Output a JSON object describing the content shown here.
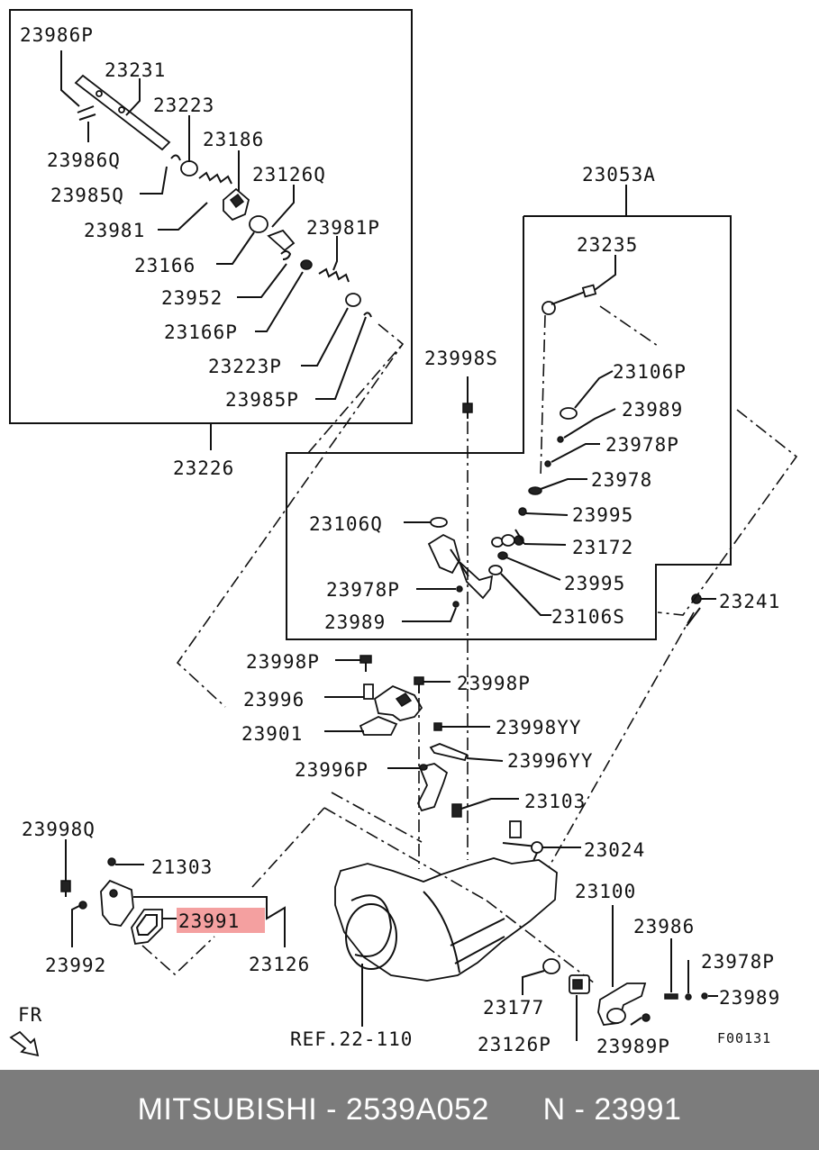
{
  "labels": {
    "l23986P": "23986P",
    "l23231": "23231",
    "l23223": "23223",
    "l23186": "23186",
    "l23986Q": "23986Q",
    "l23126Q": "23126Q",
    "l23985Q": "23985Q",
    "l23981": "23981",
    "l23981P": "23981P",
    "l23166": "23166",
    "l23952": "23952",
    "l23166P": "23166P",
    "l23223P": "23223P",
    "l23985P": "23985P",
    "l23226": "23226",
    "l23053A": "23053A",
    "l23235": "23235",
    "l23998S": "23998S",
    "l23106P": "23106P",
    "l23989a": "23989",
    "l23978P": "23978P",
    "l23978": "23978",
    "l23106Q": "23106Q",
    "l23995a": "23995",
    "l23172": "23172",
    "l23995b": "23995",
    "l23978Pb": "23978P",
    "l23106S": "23106S",
    "l23989b": "23989",
    "l23241": "23241",
    "l23998P": "23998P",
    "l23998Pb": "23998P",
    "l23996": "23996",
    "l23901": "23901",
    "l23998YY": "23998YY",
    "l23996YY": "23996YY",
    "l23996P": "23996P",
    "l23103": "23103",
    "l23998Q": "23998Q",
    "l21303": "21303",
    "l23024": "23024",
    "l23100": "23100",
    "l23991": "23991",
    "l23986": "23986",
    "l23992": "23992",
    "l23126": "23126",
    "l23978Pc": "23978P",
    "l23177": "23177",
    "l23989c": "23989",
    "lREF": "REF.22-110",
    "l23126P": "23126P",
    "l23989P": "23989P",
    "lF00131": "F00131",
    "lFR": "FR"
  },
  "highlight": {
    "part": "23991",
    "color": "#f4a0a0"
  },
  "footer": {
    "text": "MITSUBISHI - 2539A052      N - 23991"
  }
}
